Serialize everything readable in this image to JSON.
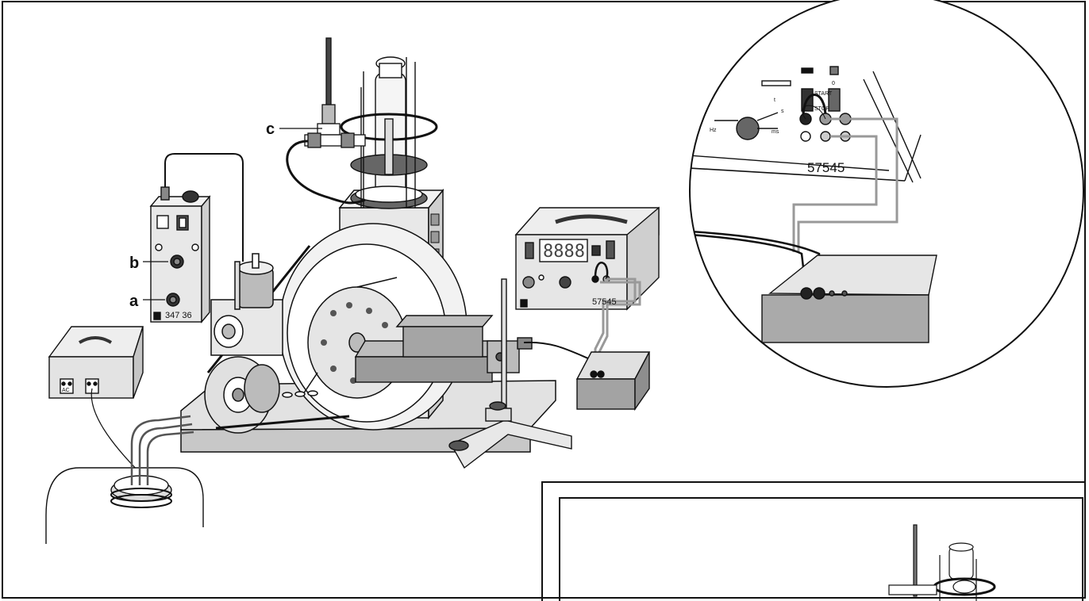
{
  "labels": {
    "a": "a",
    "b": "b",
    "c": "c"
  },
  "devices": {
    "control_unit_id": "347 36",
    "counter_id": "57545",
    "counter_zoom_id": "57545",
    "counter_display": "8888"
  },
  "zoom_panel": {
    "start": "START",
    "stop": "STOP",
    "s": "s",
    "ms": "ms",
    "hz": "Hz",
    "t": "t",
    "zero": "0"
  },
  "supply": {
    "ac": "AC"
  },
  "colors": {
    "line": "#111111",
    "panel_gray": "#d9d9d9",
    "dark_gray": "#8a8a8a",
    "cable_gray": "#a8a8a8"
  }
}
